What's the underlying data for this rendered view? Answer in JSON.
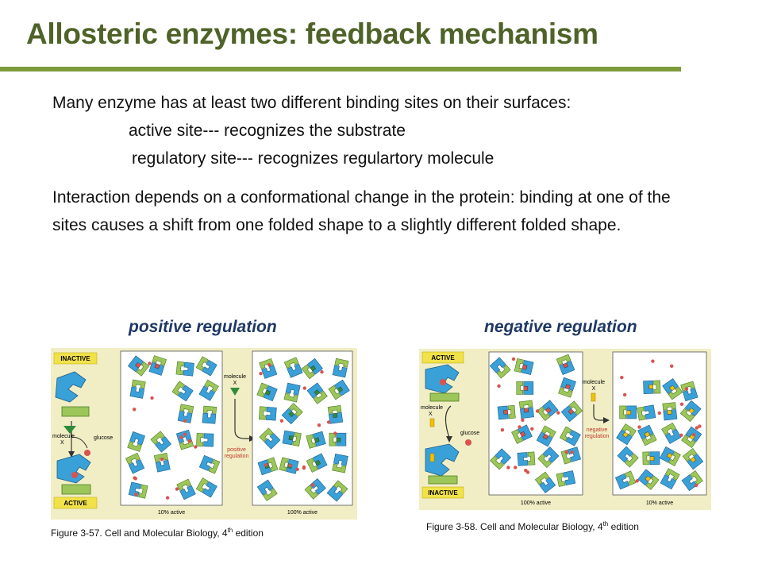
{
  "slide": {
    "title": "Allosteric enzymes: feedback mechanism",
    "para1": "Many enzyme has at least two different binding sites on their surfaces:",
    "active_site": "active site--- recognizes the substrate",
    "regulatory_site": "regulatory site--- recognizes regulartory molecule",
    "para2": "Interaction depends on a conformational change in the protein: binding at one of the sites causes a shift from one folded shape to a slightly different folded shape."
  },
  "figures": {
    "positive": {
      "heading": "positive regulation",
      "state_top": "INACTIVE",
      "state_bottom": "ACTIVE",
      "molecule_left": "molecule",
      "x_left": "X",
      "glucose": "glucose",
      "molecule_mid": "molecule",
      "x_mid": "X",
      "effect_1": "positive",
      "effect_2": "regulation",
      "pct_left": "10% active",
      "pct_right": "100% active",
      "caption_main": "Figure 3-57. Cell and Molecular Biology, 4",
      "caption_sup": "th",
      "caption_end": " edition"
    },
    "negative": {
      "heading": "negative regulation",
      "state_top": "ACTIVE",
      "state_bottom": "INACTIVE",
      "molecule_left": "molecule",
      "x_left": "X",
      "glucose": "glucose",
      "molecule_mid": "molecule",
      "x_mid": "X",
      "effect_1": "negative",
      "effect_2": "regulation",
      "pct_left": "100% active",
      "pct_right": "10% active",
      "caption_main": "Figure 3-58. Cell and Molecular Biology, 4",
      "caption_sup": "th",
      "caption_end": " edition"
    }
  },
  "colors": {
    "title": "#4f6228",
    "rule": "#7d9a3a",
    "heading": "#1f3864",
    "enzyme_blue": "#3aa0d8",
    "enzyme_green": "#9cc65a",
    "glucose_red": "#d9534f",
    "regulator_green": "#2e8b3a",
    "regulator_yellow": "#f2c200",
    "label_box": "#f2e24a",
    "arrow_red": "#c0392b"
  }
}
